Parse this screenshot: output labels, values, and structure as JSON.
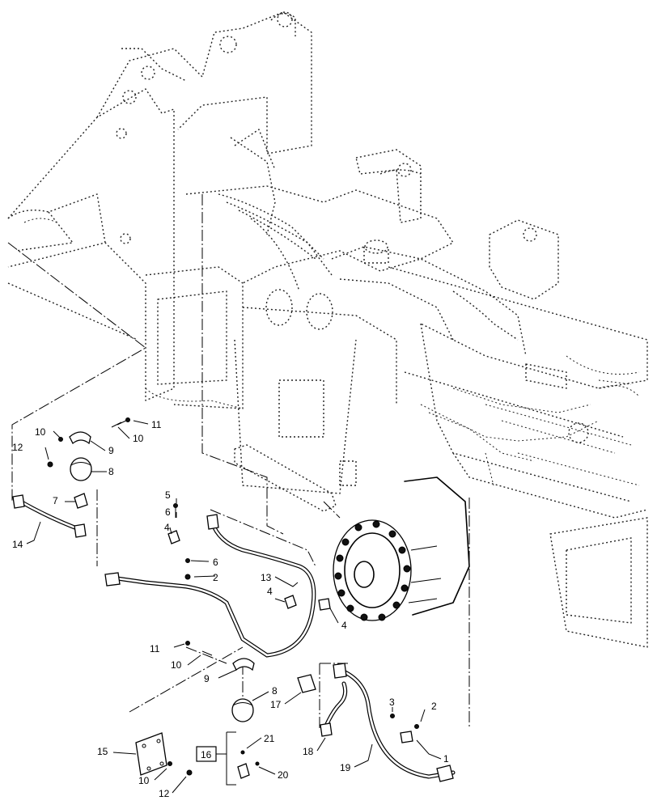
{
  "callouts": {
    "c1": "1",
    "c2a": "2",
    "c2b": "2",
    "c3": "3",
    "c4a": "4",
    "c4b": "4",
    "c4c": "4",
    "c5": "5",
    "c6a": "6",
    "c6b": "6",
    "c7": "7",
    "c8a": "8",
    "c8b": "8",
    "c9a": "9",
    "c9b": "9",
    "c10a": "10",
    "c10b": "10",
    "c10c": "10",
    "c10d": "10",
    "c11a": "11",
    "c11b": "11",
    "c12a": "12",
    "c12b": "12",
    "c13": "13",
    "c14": "14",
    "c15": "15",
    "c16": "16",
    "c17": "17",
    "c18": "18",
    "c19": "19",
    "c20": "20",
    "c21": "21"
  }
}
